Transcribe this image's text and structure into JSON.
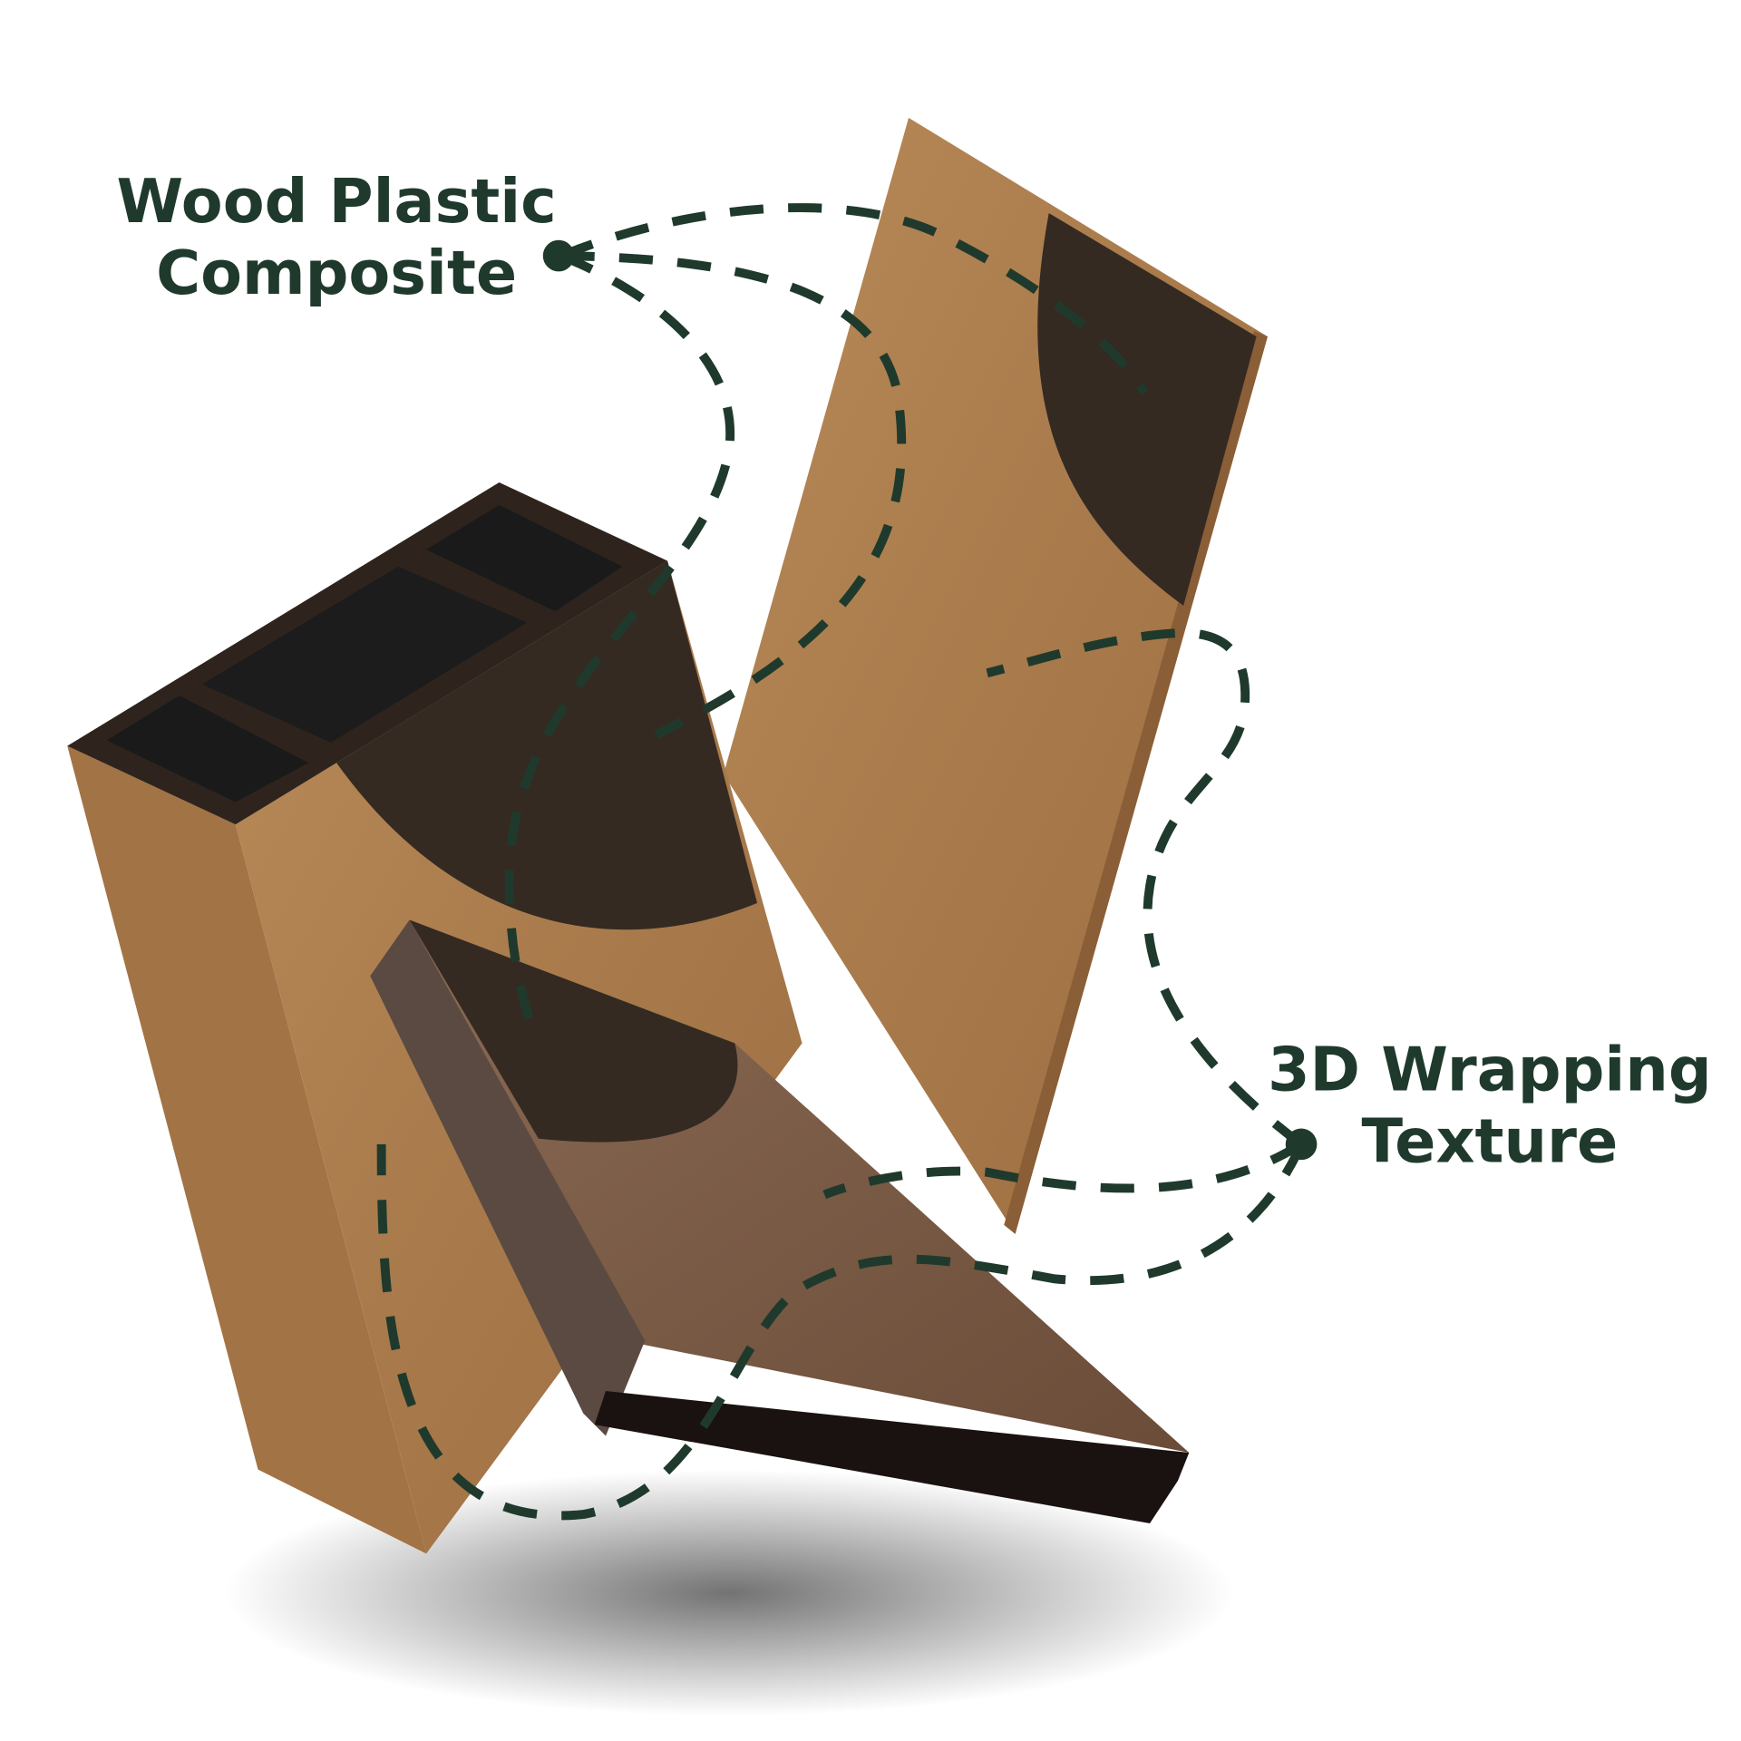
{
  "labels": {
    "wpc_line1": "Wood Plastic",
    "wpc_line2": "Composite",
    "wrap_line1": "3D Wrapping",
    "wrap_line2": "Texture"
  },
  "colors": {
    "label": "#1f3a2c",
    "wood": "#a87a4c",
    "core": "#342a22",
    "deck": "#7a5a44"
  }
}
